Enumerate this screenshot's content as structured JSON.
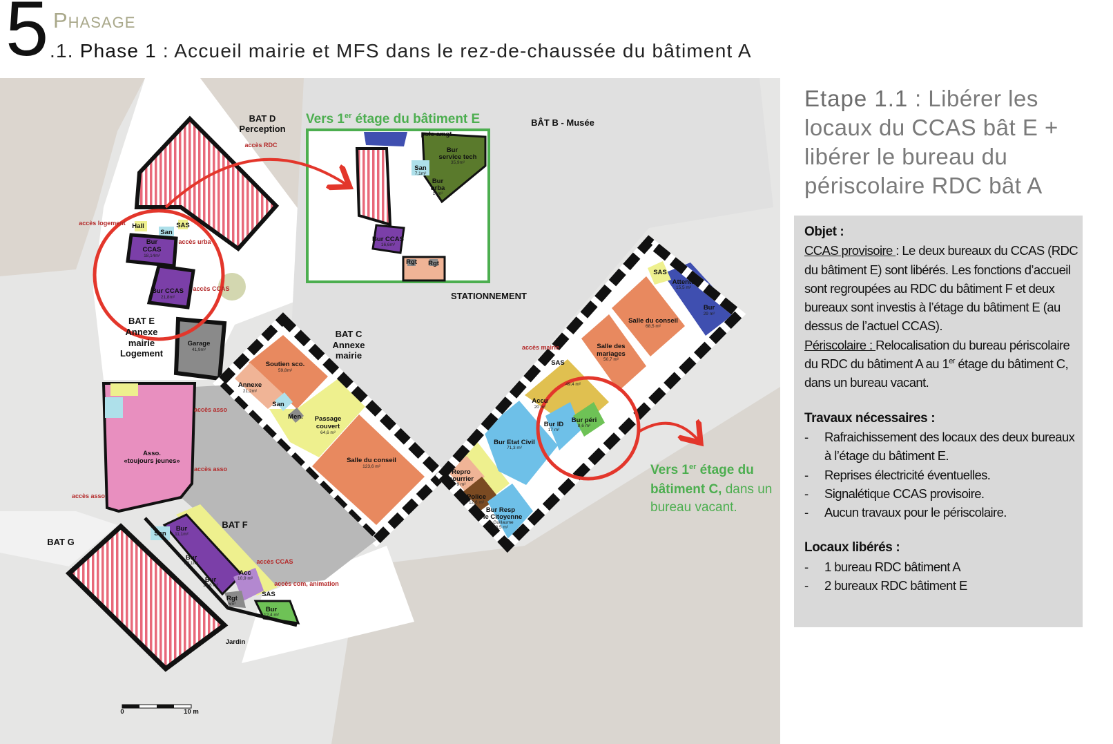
{
  "header": {
    "number": "5",
    "section": "Phasage",
    "subtitle_prefix": ".1. ",
    "subtitle_phase": "Phase 1",
    "subtitle_rest": " : Accueil mairie et MFS dans le rez-de-chaussée du bâtiment A"
  },
  "panel": {
    "etape_label": "Etape 1.1",
    "etape_text": " : Libérer les locaux du CCAS bât E + libérer le bureau du périscolaire RDC bât A",
    "objet_title": "Objet :",
    "ccas_label": "CCAS provisoire ",
    "ccas_text": ": Le deux bureaux du CCAS (RDC du bâtiment E) sont libérés. Les fonctions d’accueil sont regroupées au RDC du bâtiment F et deux bureaux sont investis à l’étage du bâtiment E (au dessus de l’actuel CCAS).",
    "peri_label": "Périscolaire : ",
    "peri_text_a": "Relocalisation du bureau périscolaire du RDC du bâtiment A au 1",
    "peri_sup": "er",
    "peri_text_b": " étage du bâtiment C, dans un bureau vacant.",
    "travaux_title": "Travaux nécessaires :",
    "travaux": [
      "Rafraichissement des locaux des deux bureaux à l’étage du bâtiment E.",
      "Reprises électricité éventuelles.",
      "Signalétique CCAS provisoire.",
      "Aucun travaux pour le périscolaire."
    ],
    "locaux_title": "Locaux libérés :",
    "locaux": [
      "1 bureau RDC bâtiment A",
      "2 bureaux RDC bâtiment E"
    ]
  },
  "plan": {
    "colors": {
      "hatch": "#e8697a",
      "purple": "#7b3fa8",
      "orange": "#e8895f",
      "yellow": "#eef08e",
      "blue": "#6ec0e8",
      "navy": "#3f4fb0",
      "green": "#6ec256",
      "olive": "#5a7a2c",
      "pink": "#e88fbf",
      "gray": "#9a9a9a",
      "circle": "#e3362b",
      "note": "#4cae4f"
    },
    "labels": [
      {
        "cls": "bld",
        "text": "BAT D"
      },
      {
        "cls": "bld",
        "text": "Perception"
      },
      {
        "cls": "acc",
        "text": "accès RDC"
      },
      {
        "cls": "acc",
        "text": "accès logement"
      },
      {
        "cls": "lbl",
        "text": "Hall"
      },
      {
        "cls": "lbl",
        "text": "San"
      },
      {
        "cls": "lbl",
        "text": "SAS"
      },
      {
        "cls": "acc",
        "text": "accès urba"
      },
      {
        "cls": "lbl",
        "text": "Bur"
      },
      {
        "cls": "lbl",
        "text": "CCAS"
      },
      {
        "cls": "area",
        "text": "18,14m²"
      },
      {
        "cls": "lbl",
        "text": "Bur CCAS"
      },
      {
        "cls": "area",
        "text": "21,8m²"
      },
      {
        "cls": "acc",
        "text": "accès CCAS"
      },
      {
        "cls": "bld",
        "text": "BAT E"
      },
      {
        "cls": "bld",
        "text": "Annexe"
      },
      {
        "cls": "bld",
        "text": "mairie"
      },
      {
        "cls": "bld",
        "text": "Logement"
      },
      {
        "cls": "lbl",
        "text": "Garage"
      },
      {
        "cls": "area",
        "text": "41,9m²"
      },
      {
        "cls": "lbl",
        "text": "pole amgt"
      },
      {
        "cls": "lbl",
        "text": "Bur"
      },
      {
        "cls": "lbl",
        "text": "service tech"
      },
      {
        "cls": "area",
        "text": "35,9m²"
      },
      {
        "cls": "lbl",
        "text": "San"
      },
      {
        "cls": "area",
        "text": "7,1m²"
      },
      {
        "cls": "lbl",
        "text": "Bur"
      },
      {
        "cls": "lbl",
        "text": "urba"
      },
      {
        "cls": "area",
        "text": "16m²"
      },
      {
        "cls": "lbl",
        "text": "Bur CCAS"
      },
      {
        "cls": "area",
        "text": "16,6m²"
      },
      {
        "cls": "lbl",
        "text": "Rgt"
      },
      {
        "cls": "lbl",
        "text": "Rgt"
      },
      {
        "cls": "bld",
        "text": "BÂT B - Musée"
      },
      {
        "cls": "bld",
        "text": "STATIONNEMENT"
      },
      {
        "cls": "bld",
        "text": "BAT C"
      },
      {
        "cls": "bld",
        "text": "Annexe"
      },
      {
        "cls": "bld",
        "text": "mairie"
      },
      {
        "cls": "lbl",
        "text": "Soutien sco."
      },
      {
        "cls": "area",
        "text": "59,8m²"
      },
      {
        "cls": "lbl",
        "text": "Annexe"
      },
      {
        "cls": "area",
        "text": "21,2m²"
      },
      {
        "cls": "lbl",
        "text": "San"
      },
      {
        "cls": "lbl",
        "text": "Men."
      },
      {
        "cls": "lbl",
        "text": "Passage"
      },
      {
        "cls": "lbl",
        "text": "couvert"
      },
      {
        "cls": "area",
        "text": "64,6 m²"
      },
      {
        "cls": "lbl",
        "text": "Salle du conseil"
      },
      {
        "cls": "area",
        "text": "123,6 m²"
      },
      {
        "cls": "acc",
        "text": "accès mairie"
      },
      {
        "cls": "lbl",
        "text": "SAS"
      },
      {
        "cls": "lbl",
        "text": "Attente"
      },
      {
        "cls": "area",
        "text": "15,5 m²"
      },
      {
        "cls": "lbl",
        "text": "Bur"
      },
      {
        "cls": "area",
        "text": "29 m²"
      },
      {
        "cls": "lbl",
        "text": "Salle du conseil"
      },
      {
        "cls": "area",
        "text": "68,5 m²"
      },
      {
        "cls": "lbl",
        "text": "Salle des"
      },
      {
        "cls": "lbl",
        "text": "mariages"
      },
      {
        "cls": "area",
        "text": "50,7 m²"
      },
      {
        "cls": "lbl",
        "text": "SAS"
      },
      {
        "cls": "area",
        "text": "49,4 m²"
      },
      {
        "cls": "lbl",
        "text": "Accu"
      },
      {
        "cls": "area",
        "text": "20 m²"
      },
      {
        "cls": "lbl",
        "text": "Bur ID"
      },
      {
        "cls": "area",
        "text": "17 m²"
      },
      {
        "cls": "lbl",
        "text": "Bur péri"
      },
      {
        "cls": "area",
        "text": "8,6 m²"
      },
      {
        "cls": "lbl",
        "text": "Bur Etat Civil"
      },
      {
        "cls": "area",
        "text": "71,3 m²"
      },
      {
        "cls": "lbl",
        "text": "Repro"
      },
      {
        "cls": "lbl",
        "text": "courrier"
      },
      {
        "cls": "area",
        "text": "9 m²"
      },
      {
        "cls": "lbl",
        "text": "Police"
      },
      {
        "cls": "area",
        "text": "12,6 m²"
      },
      {
        "cls": "lbl",
        "text": "Bur Resp"
      },
      {
        "cls": "lbl",
        "text": "Vie Citoyenne"
      },
      {
        "cls": "area",
        "text": "S. Guillaume"
      },
      {
        "cls": "area",
        "text": "28,5 m²"
      },
      {
        "cls": "acc",
        "text": "accès asso"
      },
      {
        "cls": "acc",
        "text": "accès asso"
      },
      {
        "cls": "acc",
        "text": "accès asso"
      },
      {
        "cls": "lbl",
        "text": "Asso."
      },
      {
        "cls": "lbl",
        "text": "«toujours jeunes»"
      },
      {
        "cls": "bld",
        "text": "BAT F"
      },
      {
        "cls": "bld",
        "text": "BAT G"
      },
      {
        "cls": "lbl",
        "text": "San"
      },
      {
        "cls": "lbl",
        "text": "Bur"
      },
      {
        "cls": "area",
        "text": "11,1m²"
      },
      {
        "cls": "lbl",
        "text": "Bur"
      },
      {
        "cls": "area",
        "text": "20,1m²"
      },
      {
        "cls": "lbl",
        "text": "Bur"
      },
      {
        "cls": "area",
        "text": "19,8 m²"
      },
      {
        "cls": "lbl",
        "text": "Acc"
      },
      {
        "cls": "area",
        "text": "10,9 m²"
      },
      {
        "cls": "lbl",
        "text": "Rgt"
      },
      {
        "cls": "area",
        "text": "5m²"
      },
      {
        "cls": "lbl",
        "text": "SAS"
      },
      {
        "cls": "lbl",
        "text": "Bur"
      },
      {
        "cls": "area",
        "text": "12,4 m²"
      },
      {
        "cls": "acc",
        "text": "accès CCAS"
      },
      {
        "cls": "acc",
        "text": "accès com, animation"
      },
      {
        "cls": "lbl",
        "text": "Jardin"
      },
      {
        "cls": "lbl",
        "text": "0"
      },
      {
        "cls": "lbl",
        "text": "10 m"
      }
    ],
    "inset_title": {
      "a": "Vers 1",
      "sup": "er",
      "b": " étage du bâtiment E"
    },
    "note_c": {
      "a": "Vers 1",
      "sup": "er",
      "b": " étage du",
      "c": "bâtiment C,",
      "d": " dans un",
      "e": "bureau vacant."
    }
  }
}
